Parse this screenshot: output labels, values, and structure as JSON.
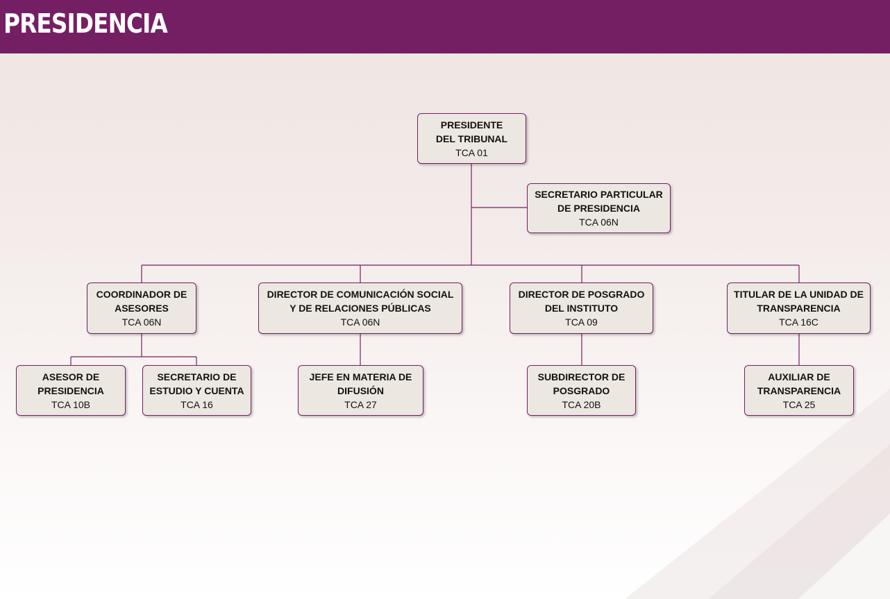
{
  "header": {
    "title": "PRESIDENCIA"
  },
  "colors": {
    "brand": "#741f63",
    "node_fill": "#ece7e0"
  },
  "nodes": {
    "presidente": {
      "title": "PRESIDENTE\nDEL TRIBUNAL",
      "code": "TCA 01"
    },
    "secretario_particular": {
      "title": "SECRETARIO PARTICULAR\nDE PRESIDENCIA",
      "code": "TCA 06N"
    },
    "coordinador_asesores": {
      "title": "COORDINADOR DE\nASESORES",
      "code": "TCA 06N"
    },
    "director_comunicacion": {
      "title": "DIRECTOR DE COMUNICACIÓN SOCIAL\nY DE RELACIONES PÚBLICAS",
      "code": "TCA 06N"
    },
    "director_posgrado": {
      "title": "DIRECTOR DE POSGRADO\nDEL INSTITUTO",
      "code": "TCA 09"
    },
    "titular_transparencia": {
      "title": "TITULAR DE LA UNIDAD DE\nTRANSPARENCIA",
      "code": "TCA 16C"
    },
    "asesor_presidencia": {
      "title": "ASESOR DE\nPRESIDENCIA",
      "code": "TCA 10B"
    },
    "secretario_estudio": {
      "title": "SECRETARIO DE\nESTUDIO Y CUENTA",
      "code": "TCA 16"
    },
    "jefe_difusion": {
      "title": "JEFE EN MATERIA DE\nDIFUSIÓN",
      "code": "TCA 27"
    },
    "subdirector_posgrado": {
      "title": "SUBDIRECTOR DE\nPOSGRADO",
      "code": "TCA 20B"
    },
    "auxiliar_transparencia": {
      "title": "AUXILIAR DE\nTRANSPARENCIA",
      "code": "TCA 25"
    }
  }
}
